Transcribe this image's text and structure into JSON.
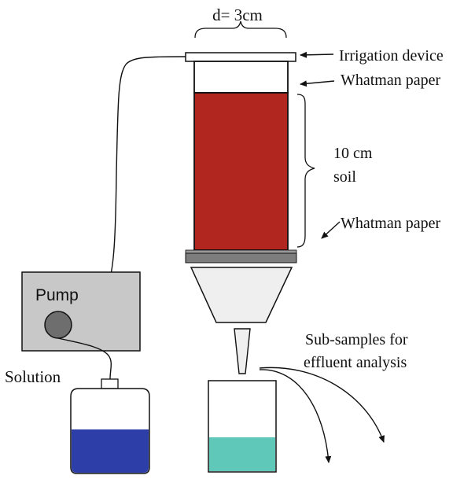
{
  "labels": {
    "diameter": "d= 3cm",
    "irrigation_device": "Irrigation device",
    "whatman_top": "Whatman paper",
    "soil_height": "10 cm",
    "soil": "soil",
    "whatman_bottom": "Whatman paper",
    "pump": "Pump",
    "solution": "Solution",
    "subsamples_line1": "Sub-samples for",
    "subsamples_line2": "effluent analysis"
  },
  "colors": {
    "soil": "#b1261f",
    "pump_body": "#c8c8c8",
    "pump_roller": "#6e6e6e",
    "solution_liquid": "#2e3ea8",
    "effluent_liquid": "#5fc8b8",
    "funnel": "#efefef",
    "base_plate": "#7d7d7d"
  }
}
